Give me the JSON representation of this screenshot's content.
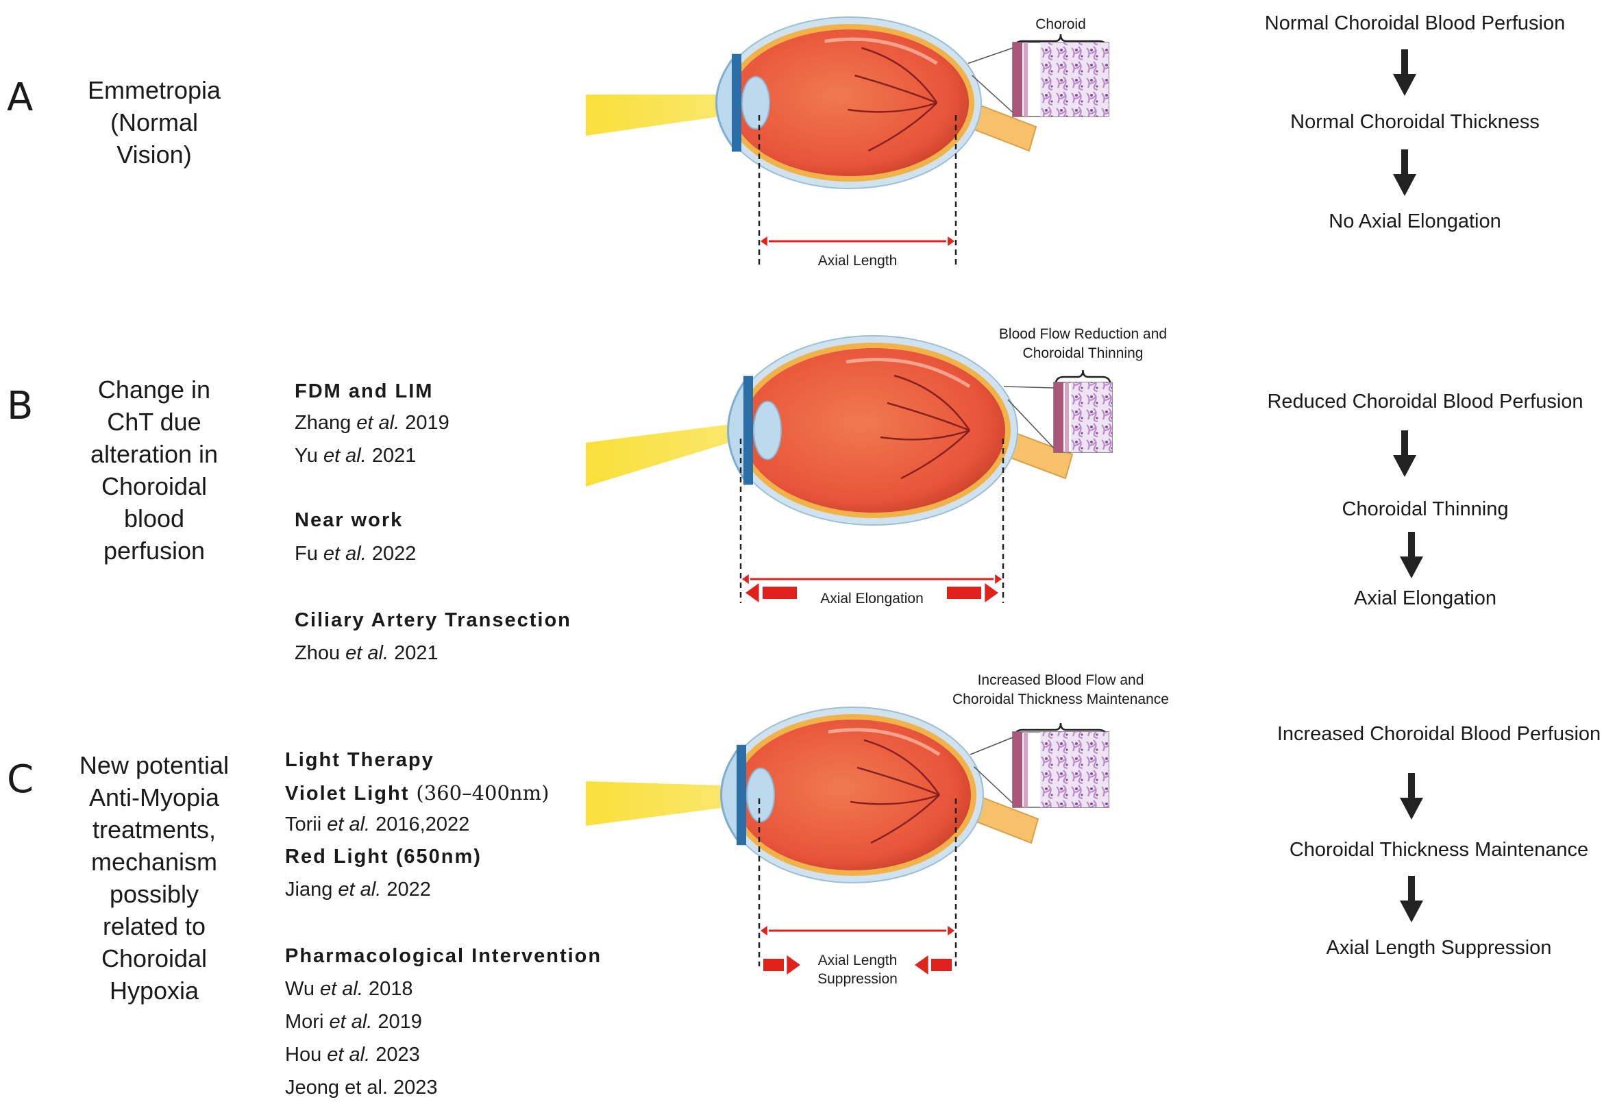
{
  "panels": [
    {
      "letter": "A",
      "title": [
        "Emmetropia",
        "(Normal",
        "Vision)"
      ],
      "refs": [],
      "inset_label": [
        "Choroid"
      ],
      "axis_label": [
        "Axial Length"
      ],
      "flow": [
        "Normal Choroidal Blood Perfusion",
        "Normal Choroidal Thickness",
        "No Axial Elongation"
      ]
    },
    {
      "letter": "B",
      "title": [
        "Change in",
        "ChT due",
        "alteration in",
        "Choroidal",
        "blood",
        "perfusion"
      ],
      "refs": [
        {
          "kind": "head",
          "text": "FDM and LIM"
        },
        {
          "kind": "cite",
          "author": "Zhang",
          "etal": "et al.",
          "year": " 2019"
        },
        {
          "kind": "cite",
          "author": "Yu",
          "etal": "et al.",
          "year": " 2021"
        },
        {
          "kind": "head",
          "text": "Near work"
        },
        {
          "kind": "cite",
          "author": "Fu",
          "etal": "et al.",
          "year": " 2022"
        },
        {
          "kind": "head",
          "text": "Ciliary Artery Transection"
        },
        {
          "kind": "cite",
          "author": "Zhou ",
          "etal": "et al.",
          "year": " 2021"
        }
      ],
      "inset_label": [
        "Blood Flow Reduction and",
        "Choroidal Thinning"
      ],
      "axis_label": [
        "Axial Elongation"
      ],
      "flow": [
        "Reduced Choroidal Blood Perfusion",
        "Choroidal Thinning",
        "Axial Elongation"
      ]
    },
    {
      "letter": "C",
      "title": [
        "New potential",
        "Anti-Myopia",
        "treatments,",
        "mechanism",
        "possibly",
        "related to",
        "Choroidal",
        "Hypoxia"
      ],
      "refs": [
        {
          "kind": "head",
          "text": "Light Therapy"
        },
        {
          "kind": "head",
          "text": "Violet Light ",
          "extra": "(360–400nm)"
        },
        {
          "kind": "cite",
          "author": "Torii",
          "etal": "et al.",
          "year": " 2016,2022"
        },
        {
          "kind": "head",
          "text": "Red Light (650nm)"
        },
        {
          "kind": "cite",
          "author": "Jiang",
          "etal": "et al.",
          "year": " 2022"
        },
        {
          "kind": "head",
          "text": "Pharmacological Intervention"
        },
        {
          "kind": "cite",
          "author": "Wu",
          "etal": "et al.",
          "year": " 2018"
        },
        {
          "kind": "cite",
          "author": "Mori",
          "etal": "et al.",
          "year": " 2019"
        },
        {
          "kind": "cite",
          "author": "Hou",
          "etal": "et al.",
          "year": " 2023"
        },
        {
          "kind": "plain",
          "text": "Jeong et al. 2023"
        }
      ],
      "inset_label": [
        "Increased Blood Flow and",
        "Choroidal Thickness Maintenance"
      ],
      "axis_label": [
        "Axial Length",
        "Suppression"
      ],
      "flow": [
        "Increased Choroidal Blood Perfusion",
        "Choroidal Thickness Maintenance",
        "Axial Length Suppression"
      ]
    }
  ],
  "colors": {
    "light_beam": "#f9e03a",
    "sclera": "#cfe2ee",
    "eye_interior": "#e8543a",
    "lens": "#bcd9ee",
    "axis_arrow": "#e0211c",
    "flow_arrow": "#222222",
    "choroid_tissue": "#b98cc8"
  },
  "icons": [
    "eye-cross-section-icon",
    "choroid-tissue-icon",
    "down-arrow-icon",
    "double-arrow-icon"
  ]
}
